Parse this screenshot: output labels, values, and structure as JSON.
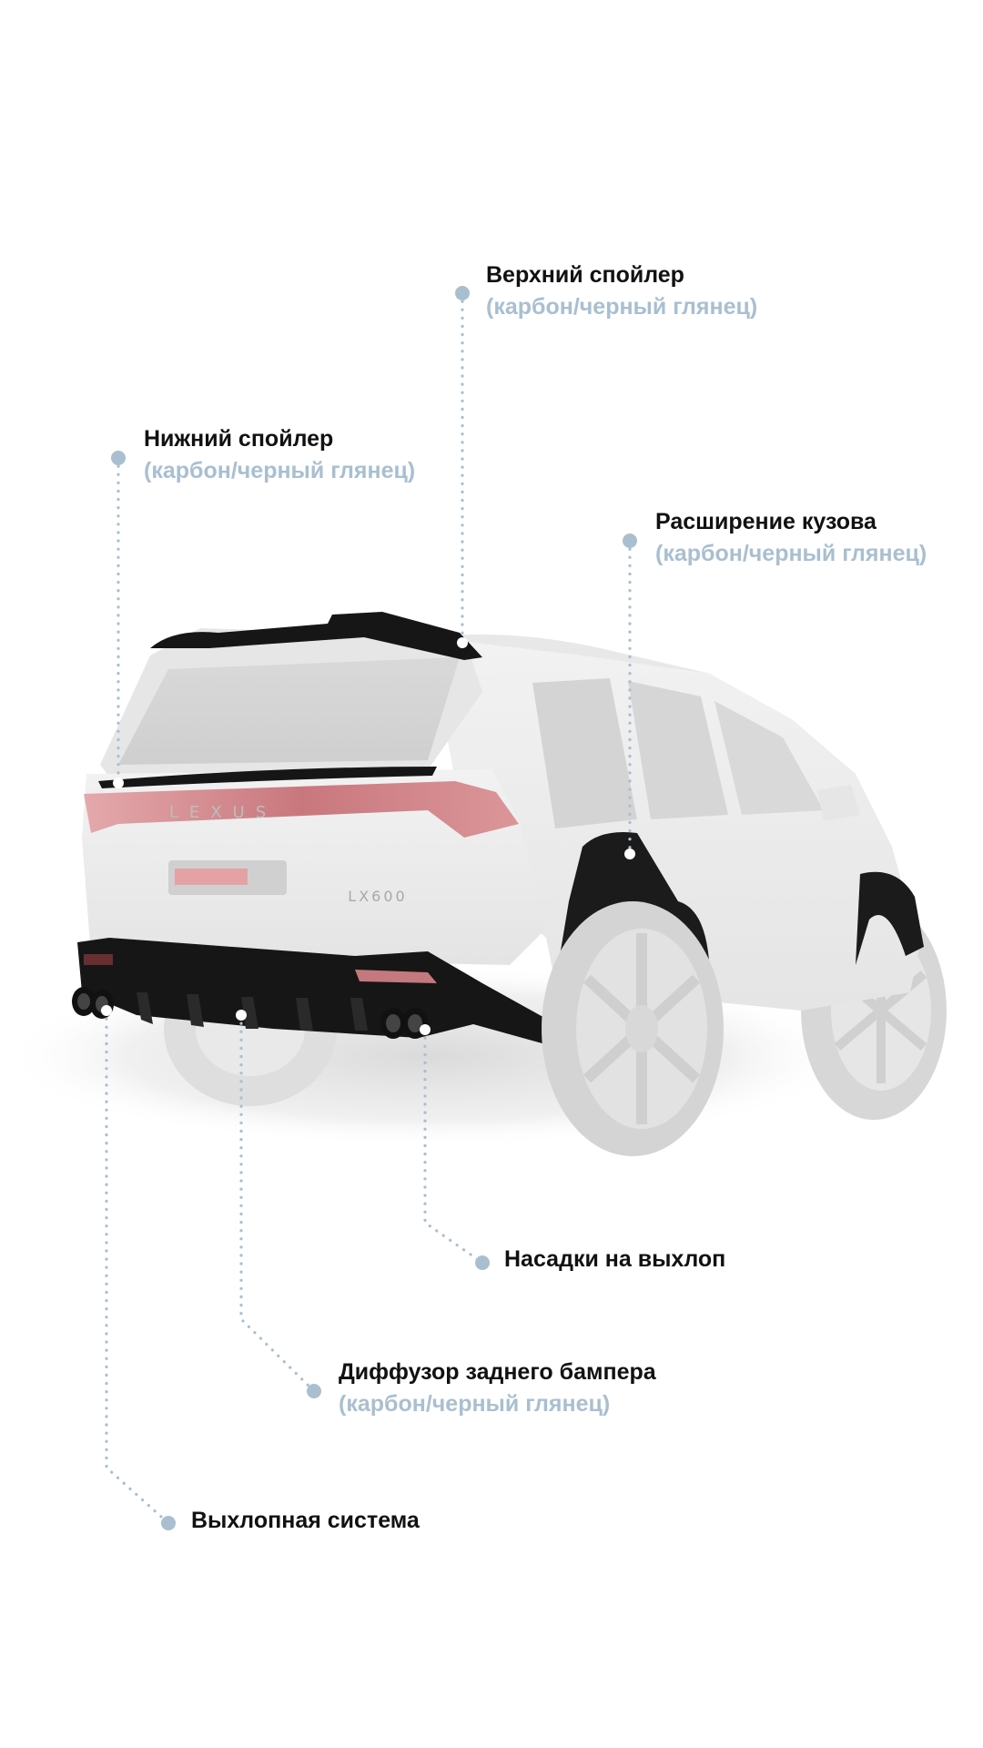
{
  "colors": {
    "background": "#ffffff",
    "title_text": "#111111",
    "subtitle_text": "#a9bfd0",
    "leader_dot": "#a9bfd0",
    "anchor_dot": "#ffffff",
    "car_body": "#efefef",
    "carbon_parts": "#161616",
    "tail_light": "#c9858a"
  },
  "car": {
    "brand_badge": "LEXUS",
    "model_badge": "LX600"
  },
  "callouts": [
    {
      "id": "top-spoiler",
      "title": "Верхний спойлер",
      "subtitle": "(карбон/черный глянец)"
    },
    {
      "id": "lower-spoiler",
      "title": "Нижний спойлер",
      "subtitle": "(карбон/черный глянец)"
    },
    {
      "id": "body-kit",
      "title": "Расширение кузова",
      "subtitle": "(карбон/черный глянец)"
    },
    {
      "id": "exhaust-tips",
      "title": "Насадки на выхлоп",
      "subtitle": ""
    },
    {
      "id": "rear-diffuser",
      "title": "Диффузор заднего бампера",
      "subtitle": "(карбон/черный глянец)"
    },
    {
      "id": "exhaust-system",
      "title": "Выхлопная система",
      "subtitle": ""
    }
  ]
}
